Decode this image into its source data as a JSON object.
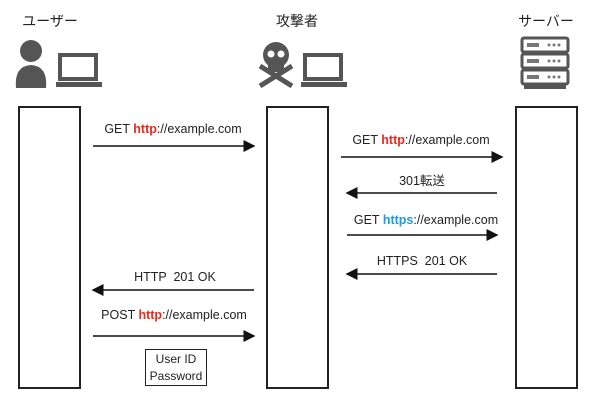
{
  "actors": {
    "user": "ユーザー",
    "attacker": "攻撃者",
    "server": "サーバー"
  },
  "messages": [
    {
      "pre": "GET ",
      "scheme": "http",
      "post": "://example.com",
      "from": "user",
      "to": "attacker"
    },
    {
      "pre": "GET ",
      "scheme": "http",
      "post": "://example.com",
      "from": "attacker",
      "to": "server"
    },
    {
      "pre": "301転送",
      "scheme": "",
      "post": "",
      "from": "server",
      "to": "attacker"
    },
    {
      "pre": "GET ",
      "scheme": "https",
      "post": "://example.com",
      "from": "attacker",
      "to": "server"
    },
    {
      "pre": "HTTPS  201 OK",
      "scheme": "",
      "post": "",
      "from": "server",
      "to": "attacker"
    },
    {
      "pre": "HTTP  201 OK",
      "scheme": "",
      "post": "",
      "from": "attacker",
      "to": "user"
    },
    {
      "pre": "POST ",
      "scheme": "http",
      "post": "://example.com",
      "from": "user",
      "to": "attacker"
    }
  ],
  "credentials": {
    "line1": "User ID",
    "line2": "Password"
  },
  "colors": {
    "http": "#e8281e",
    "https": "#1e9be8",
    "icon": "#555555"
  }
}
